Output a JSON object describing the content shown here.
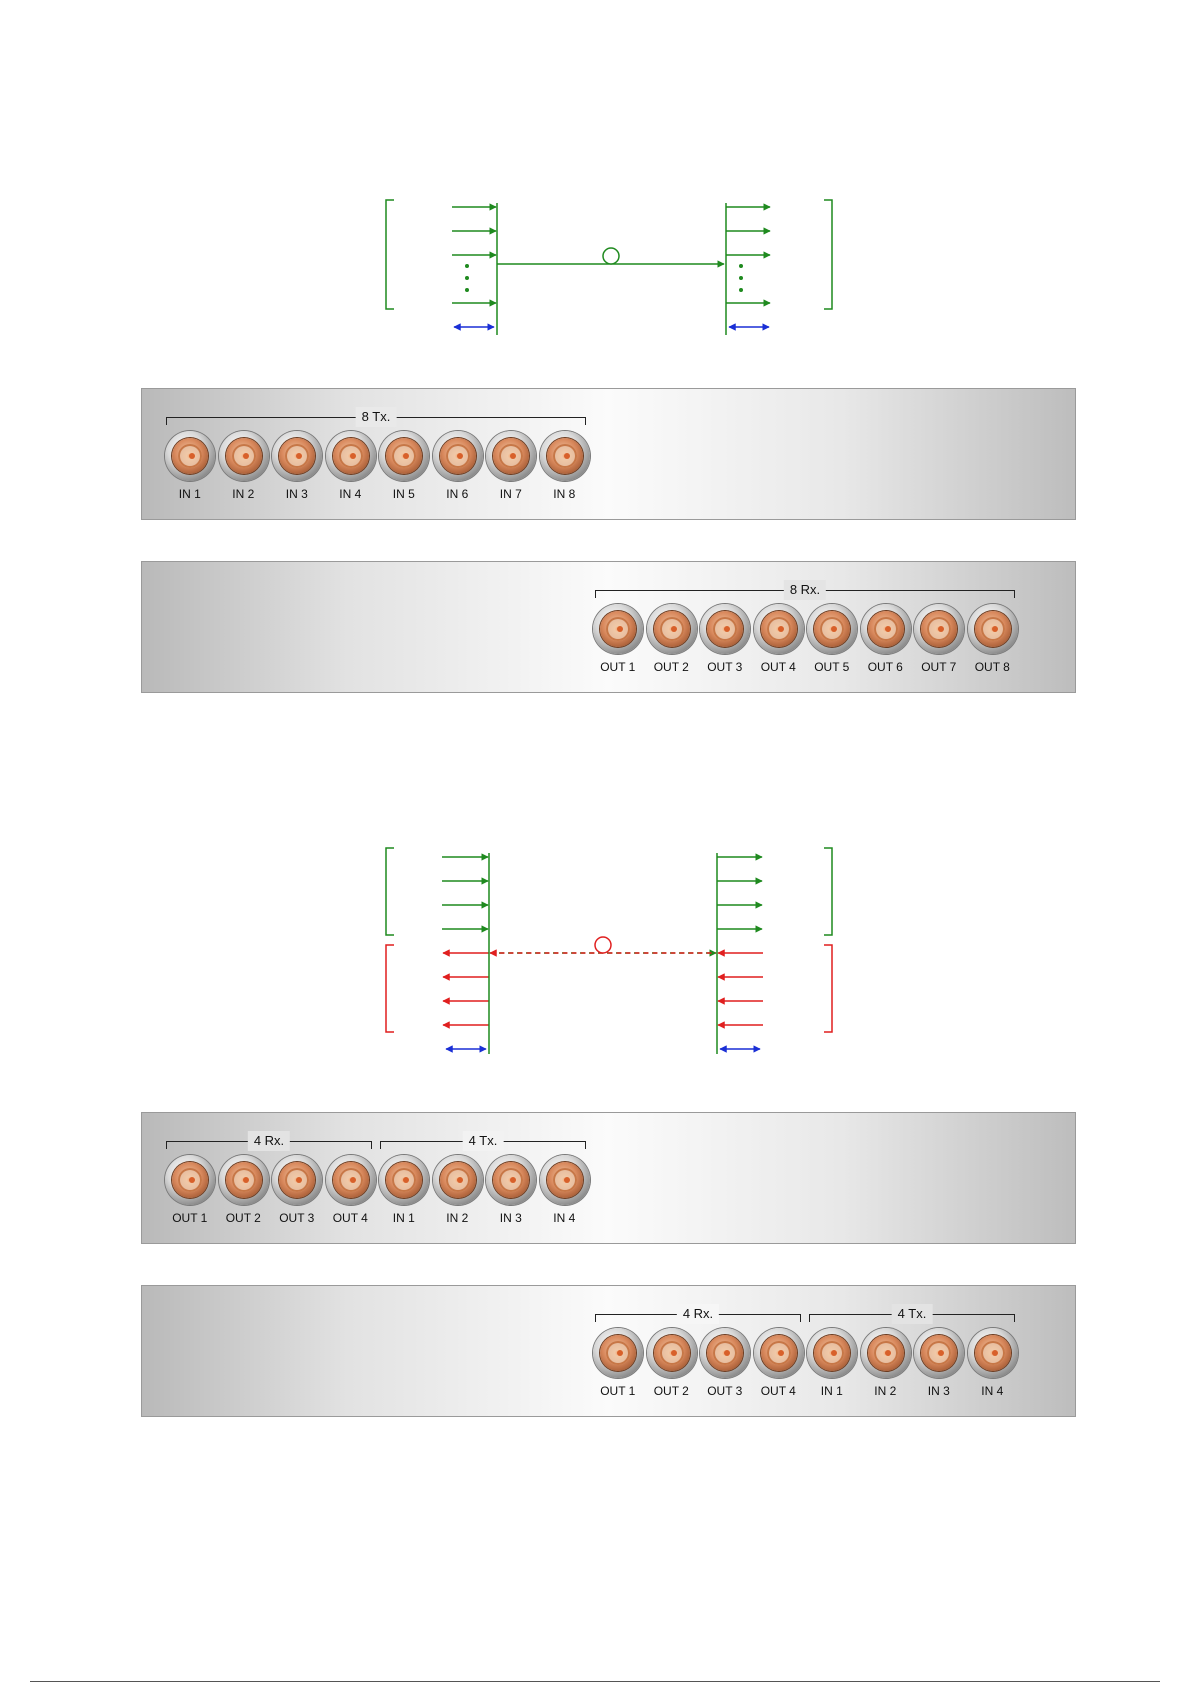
{
  "diagram1": {
    "colors": {
      "forward": "#1f8a1f",
      "control": "#1a2fd6"
    }
  },
  "diagram2": {
    "colors": {
      "forward": "#1f8a1f",
      "reverse": "#e01f1f",
      "control": "#1a2fd6"
    }
  },
  "panels": [
    {
      "id": "panel-8tx",
      "groups": [
        {
          "label": "8 Tx.",
          "connectors": [
            "IN 1",
            "IN 2",
            "IN 3",
            "IN 4",
            "IN 5",
            "IN 6",
            "IN 7",
            "IN 8"
          ]
        }
      ]
    },
    {
      "id": "panel-8rx",
      "groups": [
        {
          "label": "8 Rx.",
          "connectors": [
            "OUT 1",
            "OUT 2",
            "OUT 3",
            "OUT 4",
            "OUT 5",
            "OUT 6",
            "OUT 7",
            "OUT 8"
          ]
        }
      ]
    },
    {
      "id": "panel-4rx4tx-left",
      "groups": [
        {
          "label": "4 Rx.",
          "connectors": [
            "OUT 1",
            "OUT 2",
            "OUT 3",
            "OUT 4"
          ]
        },
        {
          "label": "4 Tx.",
          "connectors": [
            "IN 1",
            "IN 2",
            "IN 3",
            "IN 4"
          ]
        }
      ]
    },
    {
      "id": "panel-4rx4tx-right",
      "groups": [
        {
          "label": "4 Rx.",
          "connectors": [
            "OUT 1",
            "OUT 2",
            "OUT 3",
            "OUT 4"
          ]
        },
        {
          "label": "4 Tx.",
          "connectors": [
            "IN 1",
            "IN 2",
            "IN 3",
            "IN 4"
          ]
        }
      ]
    }
  ]
}
